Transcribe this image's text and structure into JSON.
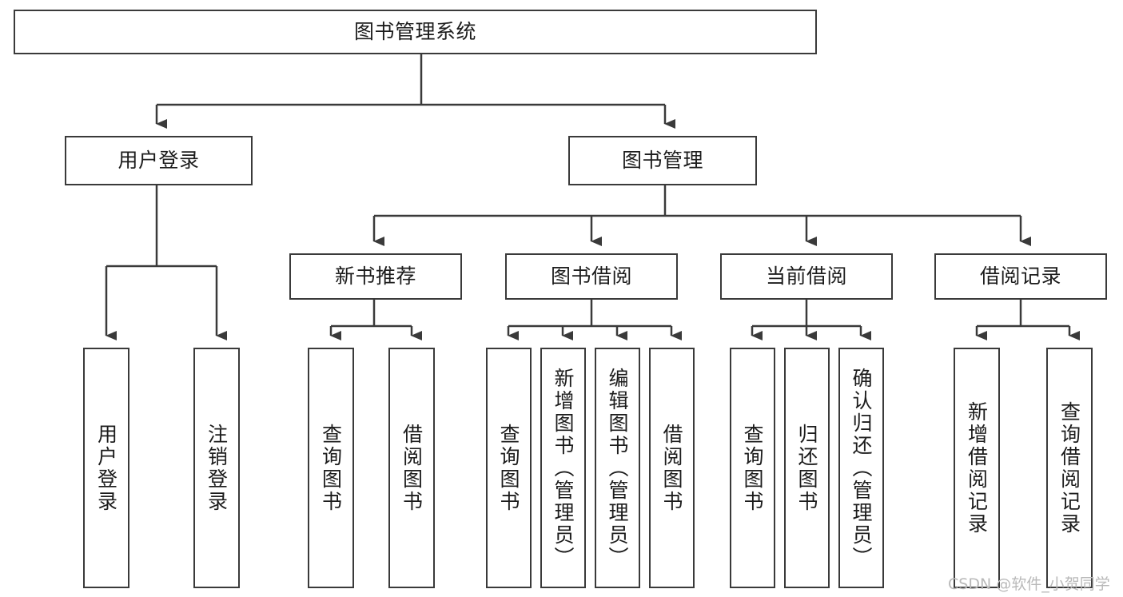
{
  "diagram": {
    "title": "图书管理系统",
    "type": "tree-hierarchy",
    "nodes": {
      "root": {
        "label": "图书管理系统"
      },
      "level1": [
        {
          "id": "user-login",
          "label": "用户登录"
        },
        {
          "id": "book-management",
          "label": "图书管理"
        }
      ],
      "level2": [
        {
          "id": "new-book-recommend",
          "label": "新书推荐"
        },
        {
          "id": "book-borrow",
          "label": "图书借阅"
        },
        {
          "id": "current-borrow",
          "label": "当前借阅"
        },
        {
          "id": "borrow-record",
          "label": "借阅记录"
        }
      ],
      "leaves": {
        "user-login": [
          {
            "id": "leaf-user-login",
            "label": "用户登录"
          },
          {
            "id": "leaf-logout-login",
            "label": "注销登录"
          }
        ],
        "new-book-recommend": [
          {
            "id": "leaf-query-book-1",
            "label": "查询图书"
          },
          {
            "id": "leaf-borrow-book-1",
            "label": "借阅图书"
          }
        ],
        "book-borrow": [
          {
            "id": "leaf-query-book-2",
            "label": "查询图书"
          },
          {
            "id": "leaf-add-book-admin",
            "label": "新增图书（管理员）"
          },
          {
            "id": "leaf-edit-book-admin",
            "label": "编辑图书（管理员）"
          },
          {
            "id": "leaf-borrow-book-2",
            "label": "借阅图书"
          }
        ],
        "current-borrow": [
          {
            "id": "leaf-query-book-3",
            "label": "查询图书"
          },
          {
            "id": "leaf-return-book",
            "label": "归还图书"
          },
          {
            "id": "leaf-confirm-return-admin",
            "label": "确认归还（管理员）"
          }
        ],
        "borrow-record": [
          {
            "id": "leaf-add-borrow-record",
            "label": "新增借阅记录"
          },
          {
            "id": "leaf-query-borrow-record",
            "label": "查询借阅记录"
          }
        ]
      }
    },
    "colors": {
      "stroke": "#3a3a3a",
      "fill": "#ffffff",
      "text": "#1c1c1c",
      "watermark": "#b9b9b9"
    }
  },
  "watermark": {
    "text": "CSDN @软件_小贺同学"
  }
}
